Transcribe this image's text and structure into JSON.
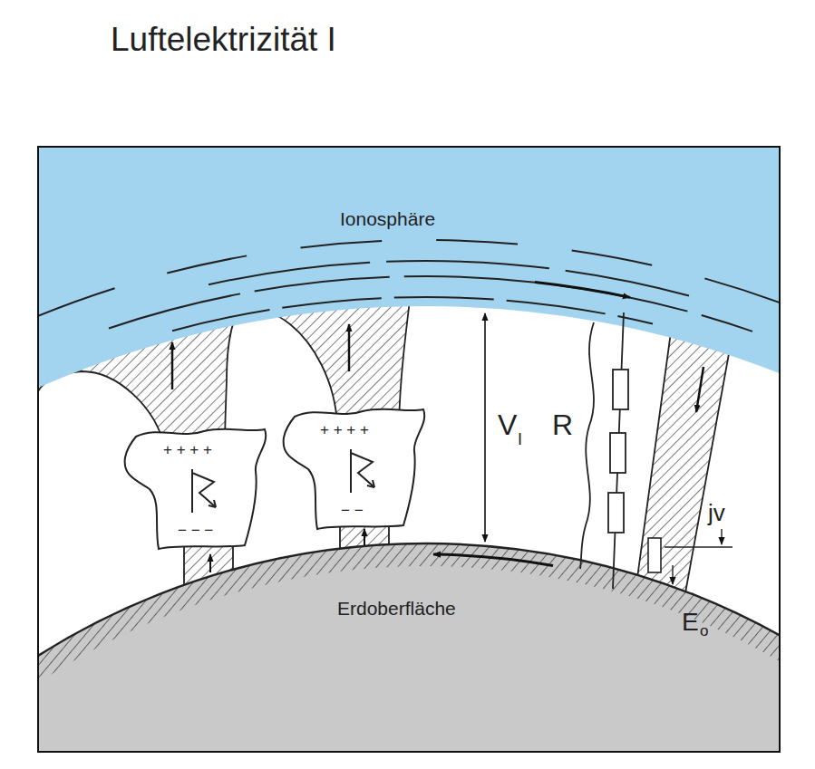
{
  "diagram": {
    "title": "Luftelektrizität I",
    "labels": [
      "Ionosphäre",
      "+ + + +",
      "− − −",
      "+ + + +",
      "− −",
      "V",
      "I",
      "R",
      "jv",
      "E",
      "o",
      "Erdoberfläche"
    ]
  }
}
